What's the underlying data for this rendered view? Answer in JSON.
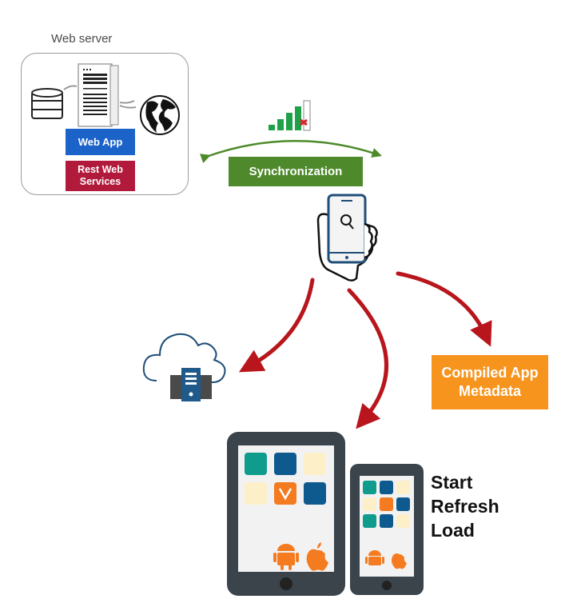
{
  "web_server": {
    "label": "Web server",
    "web_app_label": "Web App",
    "rest_label_line1": "Rest Web",
    "rest_label_line2": "Services",
    "icons": [
      "database-icon",
      "server-tower-icon",
      "globe-icon",
      "chain-link-icon"
    ]
  },
  "sync": {
    "label": "Synchronization",
    "icons": [
      "signal-bars-icon",
      "double-arrow-icon"
    ]
  },
  "mobile_device": {
    "icon": "hand-holding-phone-search-icon"
  },
  "targets": {
    "cloud": {
      "icon": "cloud-server-icon"
    },
    "metadata_line1": "Compiled App",
    "metadata_line2": "Metadata",
    "devices": {
      "icons": [
        "tablet-icon",
        "phone-icon",
        "android-icon",
        "apple-icon"
      ]
    }
  },
  "steps": [
    "Start",
    "Refresh",
    "Load"
  ],
  "colors": {
    "web_app": "#1c63c9",
    "rest": "#b21a3c",
    "sync": "#4e8a2b",
    "metadata": "#f7941d",
    "arrow": "#b8161c",
    "device_frame": "#3b434b",
    "app_teal": "#0f9c8c",
    "app_blue": "#0e5a8e",
    "app_cream": "#fdf0c9",
    "app_orange": "#f47b20"
  }
}
